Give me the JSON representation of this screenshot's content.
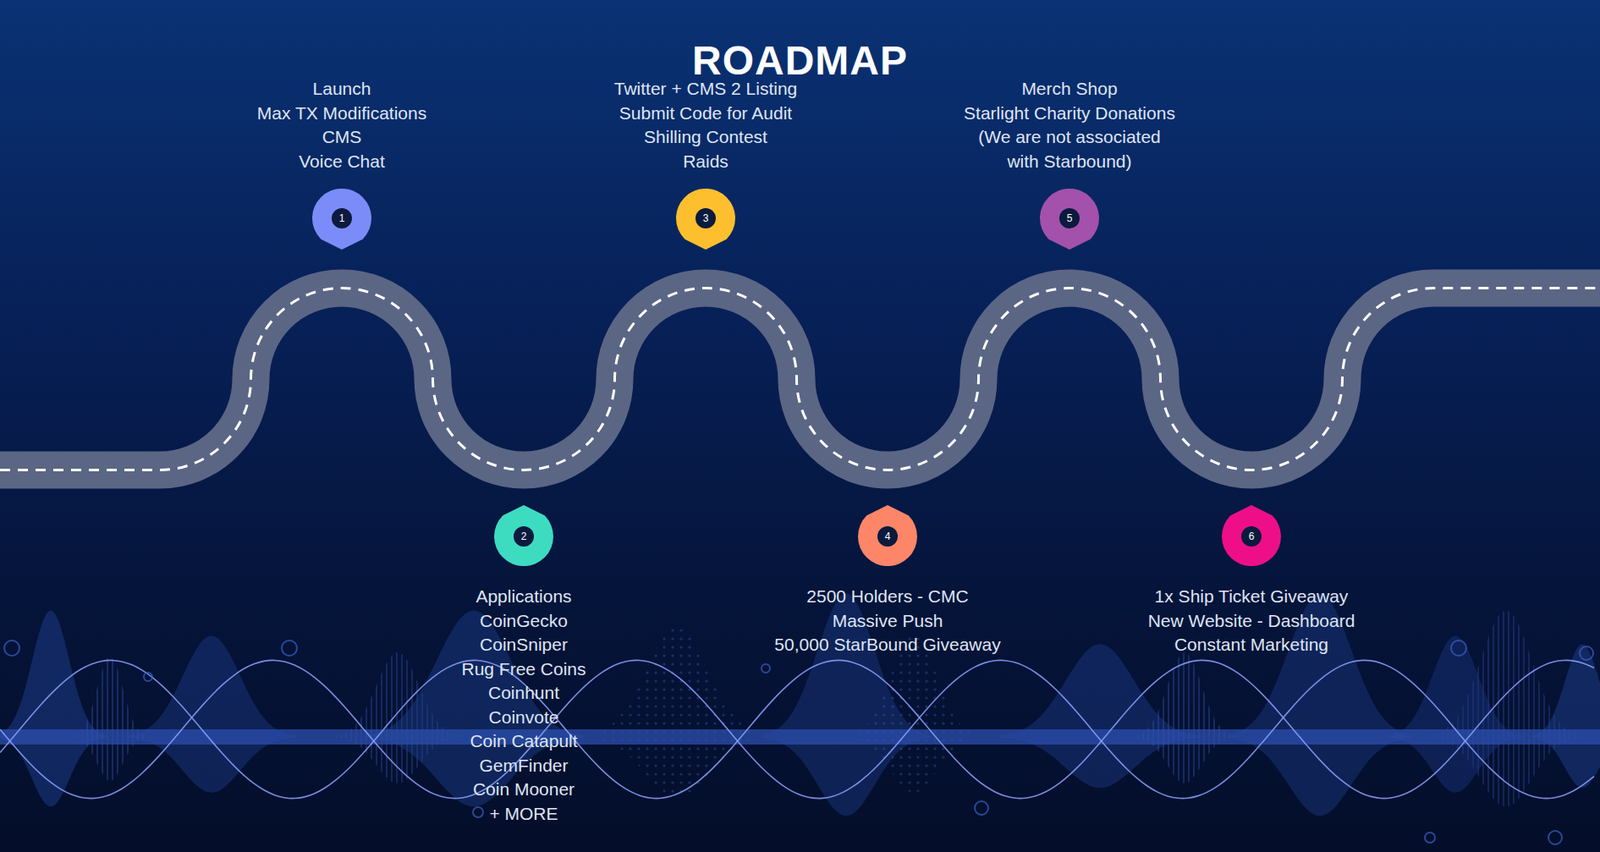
{
  "diagram": {
    "title": "ROADMAP",
    "nodes": [
      {
        "text": [
          "1",
          "Launch",
          "Max TX Modifications",
          "CMS",
          "Voice Chat"
        ]
      },
      {
        "text": [
          "2",
          "Applications",
          "CoinGecko",
          "CoinSniper",
          "Rug Free Coins",
          "Coinhunt",
          "Coinvote",
          "Coin Catapult",
          "GemFinder",
          "Coin Mooner",
          "+ MORE"
        ]
      },
      {
        "text": [
          "3",
          "Twitter + CMS 2 Listing",
          "Submit Code for Audit",
          "Shilling Contest",
          "Raids"
        ]
      },
      {
        "text": [
          "4",
          "2500 Holders - CMC",
          "Massive Push",
          "50,000 StarBound Giveaway"
        ]
      },
      {
        "text": [
          "5",
          "Merch Shop",
          "Starlight Charity Donations",
          "(We are not associated with Starbound)"
        ]
      },
      {
        "text": [
          "6",
          "1x Ship Ticket Giveaway",
          "New Website - Dashboard",
          "Constant Marketing"
        ]
      }
    ]
  }
}
